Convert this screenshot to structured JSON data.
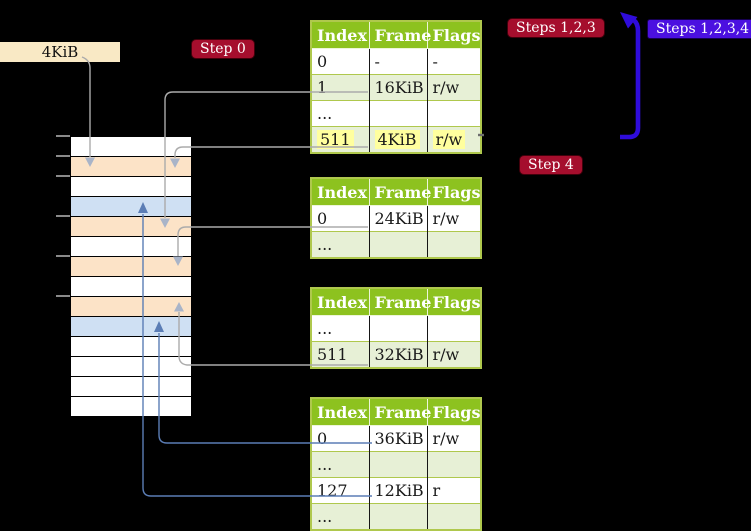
{
  "labels": {
    "page_size_box": "4KiB",
    "step_0_badge": "Step 0",
    "steps_123_badge": "Steps 1,2,3",
    "steps_1234_badge": "Steps 1,2,3,4",
    "step_4_badge": "Step 4"
  },
  "colors": {
    "background": "#000000",
    "badge-red": "#A50E2D",
    "badge-blue": "#4B10E0",
    "big-arrow-blue": "#2F0CDB",
    "table-header-green": "#8DC21F",
    "table-border-olive": "#AFC84D",
    "table-shaded-row": "#E7F0D6",
    "highlight-yellow": "#FFFF9E",
    "memory-peach": "#FCE3C7",
    "memory-blue": "#CFE0F3",
    "memory-white": "#FFFFFF",
    "connector-gray": "#ABABAB",
    "connector-gray-arrowhead": "#A9B4C8",
    "connector-blue": "#5B7DB5",
    "label-box-tan": "#F9E9C5",
    "tick-gray": "#8A8A8A"
  },
  "page_tables": [
    {
      "headers": [
        "Index",
        "Frame",
        "Flags"
      ],
      "rows": [
        {
          "index": "0",
          "frame": "-",
          "flags": "-",
          "highlight": false
        },
        {
          "index": "1",
          "frame": "16KiB",
          "flags": "r/w",
          "highlight": false
        },
        {
          "index": "...",
          "frame": "",
          "flags": "",
          "highlight": false
        },
        {
          "index": "511",
          "frame": "4KiB",
          "flags": "r/w",
          "highlight": true
        }
      ]
    },
    {
      "headers": [
        "Index",
        "Frame",
        "Flags"
      ],
      "rows": [
        {
          "index": "0",
          "frame": "24KiB",
          "flags": "r/w",
          "highlight": false
        },
        {
          "index": "...",
          "frame": "",
          "flags": "",
          "highlight": false
        }
      ]
    },
    {
      "headers": [
        "Index",
        "Frame",
        "Flags"
      ],
      "rows": [
        {
          "index": "...",
          "frame": "",
          "flags": "",
          "highlight": false
        },
        {
          "index": "511",
          "frame": "32KiB",
          "flags": "r/w",
          "highlight": false
        }
      ]
    },
    {
      "headers": [
        "Index",
        "Frame",
        "Flags"
      ],
      "rows": [
        {
          "index": "0",
          "frame": "36KiB",
          "flags": "r/w",
          "highlight": false
        },
        {
          "index": "...",
          "frame": "",
          "flags": "",
          "highlight": false
        },
        {
          "index": "127",
          "frame": "12KiB",
          "flags": "r",
          "highlight": false
        },
        {
          "index": "...",
          "frame": "",
          "flags": "",
          "highlight": false
        }
      ]
    }
  ],
  "memory_strip": {
    "row_colors": [
      "white",
      "peach",
      "white",
      "blue",
      "peach",
      "white",
      "peach",
      "white",
      "peach",
      "blue",
      "white",
      "white",
      "white",
      "white"
    ]
  }
}
